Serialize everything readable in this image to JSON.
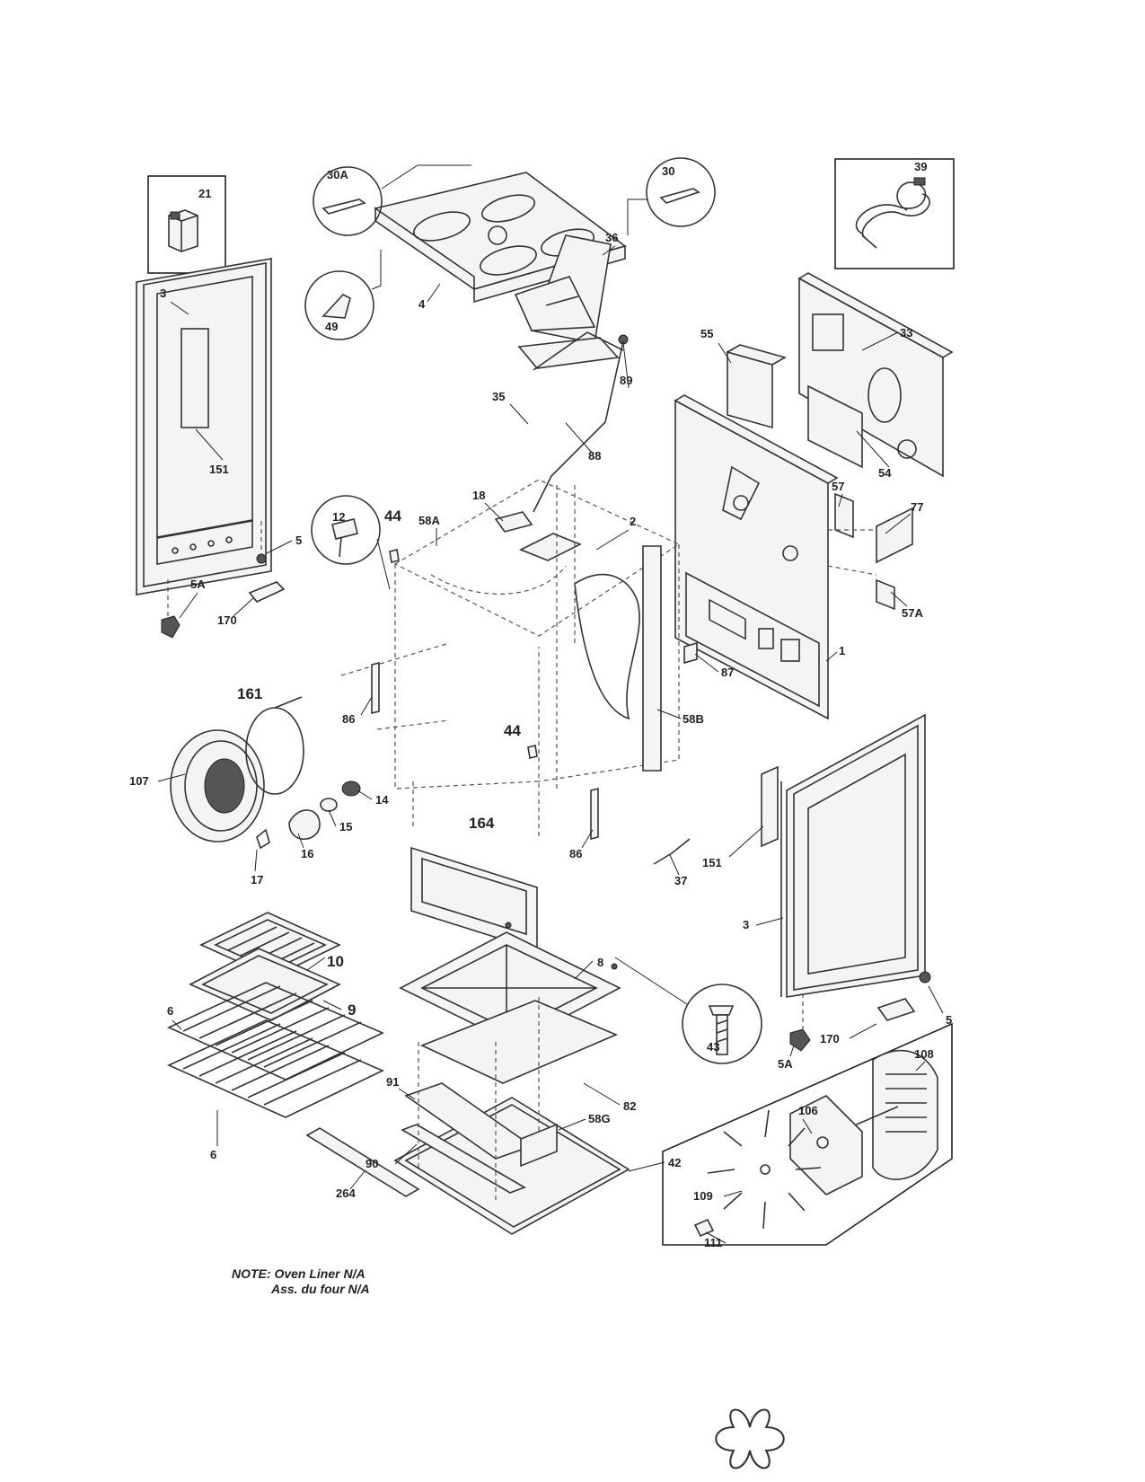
{
  "callouts": {
    "c21": "21",
    "c3a": "3",
    "c151a": "151",
    "c5a": "5",
    "c5Aa": "5A",
    "c170a": "170",
    "c30A": "30A",
    "c49": "49",
    "c4": "4",
    "c30": "30",
    "c39": "39",
    "c36": "36",
    "c35": "35",
    "c89": "89",
    "c88": "88",
    "c33": "33",
    "c55": "55",
    "c57": "57",
    "c54": "54",
    "c77": "77",
    "c57A": "57A",
    "c1": "1",
    "c12": "12",
    "c44a": "44",
    "c58A": "58A",
    "c18": "18",
    "c2": "2",
    "c87": "87",
    "c58B": "58B",
    "c86a": "86",
    "c44b": "44",
    "c161": "161",
    "c107": "107",
    "c14": "14",
    "c15": "15",
    "c16": "16",
    "c17": "17",
    "c164": "164",
    "c86b": "86",
    "c37": "37",
    "c151b": "151",
    "c3b": "3",
    "c10": "10",
    "c9": "9",
    "c6a": "6",
    "c6b": "6",
    "c8": "8",
    "c43": "43",
    "c5b": "5",
    "c170b": "170",
    "c5Ab": "5A",
    "c82": "82",
    "c91": "91",
    "c58G": "58G",
    "c90": "90",
    "c42": "42",
    "c264": "264",
    "c108": "108",
    "c106": "106",
    "c109": "109",
    "c111": "111"
  },
  "note": {
    "line1": "NOTE: Oven Liner N/A",
    "line2": "Ass. du four N/A"
  }
}
